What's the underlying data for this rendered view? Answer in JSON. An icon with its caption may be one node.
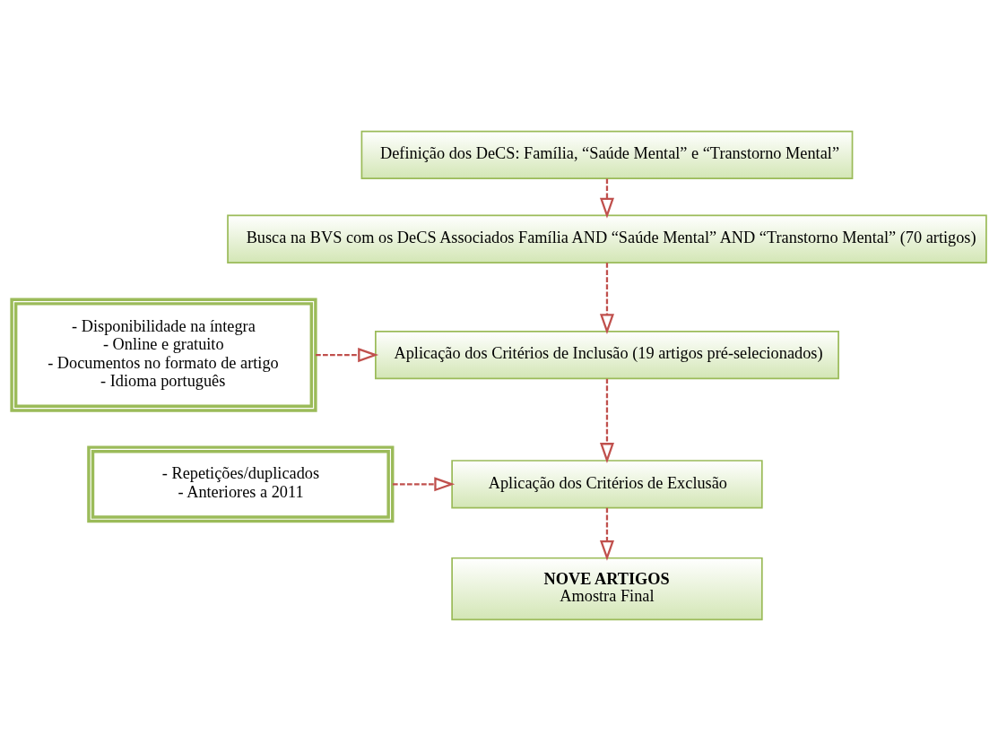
{
  "diagram": {
    "nodes": [
      {
        "text": [
          "Definição dos DeCS: Família, “Saúde Mental” e “Transtorno Mental”"
        ]
      },
      {
        "text": [
          "Busca na BVS com os DeCS Associados Família AND “Saúde Mental” AND “Transtorno Mental” (70 artigos)"
        ]
      },
      {
        "text": [
          "Aplicação dos Critérios de Inclusão (19 artigos pré-selecionados)"
        ]
      },
      {
        "text": [
          "- Disponibilidade na íntegra",
          "- Online e gratuito",
          "- Documentos no formato de artigo",
          "- Idioma português"
        ]
      },
      {
        "text": [
          "Aplicação dos Critérios de Exclusão"
        ]
      },
      {
        "text": [
          "- Repetições/duplicados",
          "- Anteriores a 2011"
        ]
      },
      {
        "text": [
          "NOVE ARTIGOS",
          "Amostra Final"
        ]
      }
    ],
    "edges": [
      {
        "from": 0,
        "to": 1,
        "arrow": "to",
        "style": "dashed"
      },
      {
        "from": 1,
        "to": 2,
        "arrow": "to",
        "style": "dashed"
      },
      {
        "from": 3,
        "to": 2,
        "arrow": "to",
        "style": "dashed"
      },
      {
        "from": 2,
        "to": 4,
        "arrow": "to",
        "style": "dashed"
      },
      {
        "from": 5,
        "to": 4,
        "arrow": "to",
        "style": "dashed"
      },
      {
        "from": 4,
        "to": 6,
        "arrow": "to",
        "style": "dashed"
      }
    ]
  }
}
